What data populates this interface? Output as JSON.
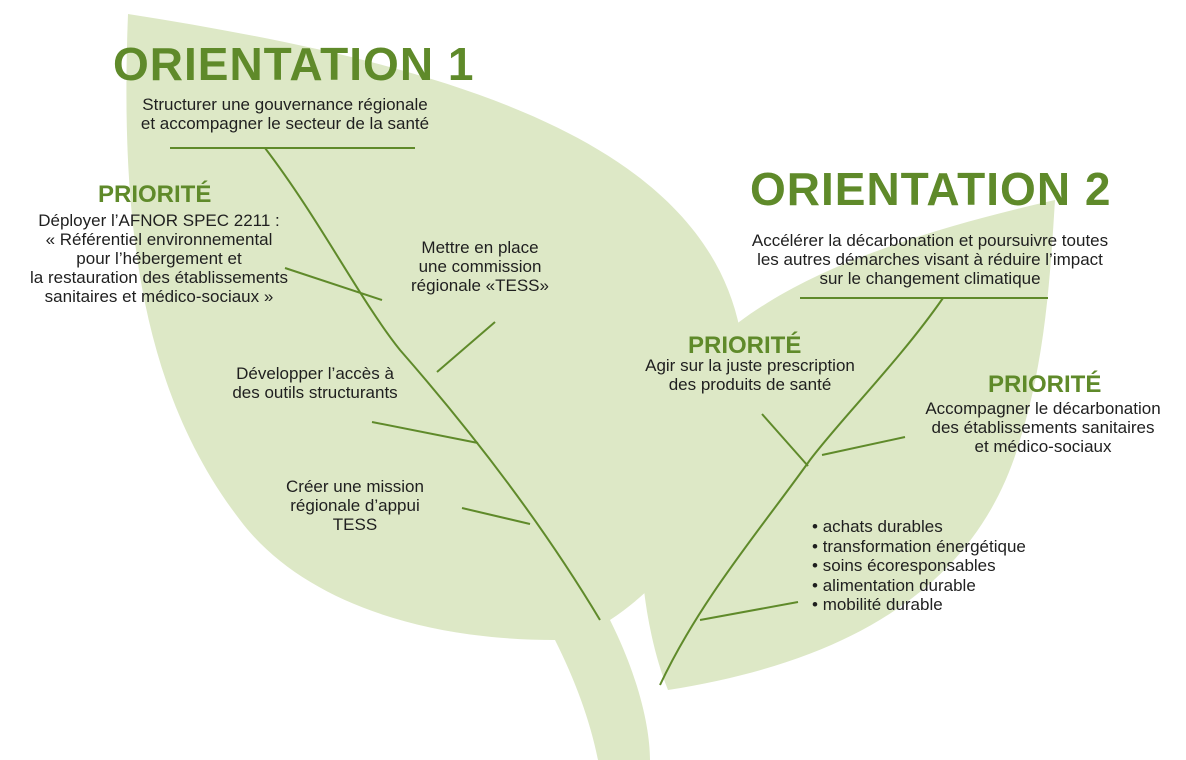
{
  "orientation1": {
    "title": "ORIENTATION 1",
    "subtitle": "Structurer une gouvernance régionale\net accompagner le secteur de la santé",
    "priority_label": "PRIORITÉ",
    "priority_text": "Déployer l’AFNOR SPEC 2211 :\n« Référentiel environnemental\npour l’hébergement et\nla restauration des établissements\nsanitaires et médico-sociaux »",
    "action_commission": "Mettre en place\nune commission\nrégionale «TESS»",
    "action_outils": "Développer l’accès à\ndes outils structurants",
    "action_mission": "Créer une mission\nrégionale d’appui\nTESS"
  },
  "orientation2": {
    "title": "ORIENTATION 2",
    "subtitle": "Accélérer la décarbonation et poursuivre toutes\nles autres démarches visant à réduire l’impact\nsur le changement climatique",
    "priority1_label": "PRIORITÉ",
    "priority1_text": "Agir sur la juste prescription\ndes produits de santé",
    "priority2_label": "PRIORITÉ",
    "priority2_text": "Accompagner le décarbonation\ndes établissements sanitaires\net médico-sociaux",
    "bullets": [
      "achats durables",
      "transformation énergétique",
      "soins écoresponsables",
      "alimentation durable",
      "mobilité durable"
    ]
  },
  "colors": {
    "leaf": "#dde8c6",
    "vein": "#5f8a2a",
    "title": "#5f8a2a"
  }
}
